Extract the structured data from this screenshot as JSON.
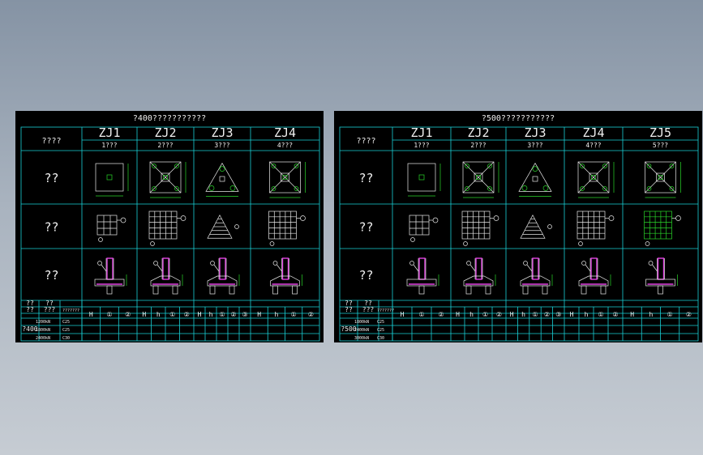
{
  "left": {
    "title": "?400???????????",
    "col_header": "????",
    "columns": [
      {
        "code": "ZJ1",
        "sub": "1???"
      },
      {
        "code": "ZJ2",
        "sub": "2???"
      },
      {
        "code": "ZJ3",
        "sub": "3???"
      },
      {
        "code": "ZJ4",
        "sub": "4???"
      }
    ],
    "row_labels": [
      "??",
      "??",
      "??"
    ],
    "bottom": {
      "h1": [
        "??",
        "??"
      ],
      "h2": [
        "??",
        "???"
      ],
      "h3": "???????",
      "groups": [
        [
          "H",
          "①",
          "②"
        ],
        [
          "H",
          "h",
          "①",
          "②"
        ],
        [
          "H",
          "h",
          "①",
          "②",
          "③"
        ],
        [
          "H",
          "h",
          "①",
          "②"
        ]
      ],
      "side_label": "?400",
      "rows": [
        [
          "1200kN",
          "C25"
        ],
        [
          "1800kN",
          "C25"
        ],
        [
          "2400kN",
          "C30"
        ]
      ]
    }
  },
  "right": {
    "title": "?500???????????",
    "col_header": "????",
    "columns": [
      {
        "code": "ZJ1",
        "sub": "1???"
      },
      {
        "code": "ZJ2",
        "sub": "2???"
      },
      {
        "code": "ZJ3",
        "sub": "3???"
      },
      {
        "code": "ZJ4",
        "sub": "4???"
      },
      {
        "code": "ZJ5",
        "sub": "5???"
      }
    ],
    "row_labels": [
      "??",
      "??",
      "??"
    ],
    "bottom": {
      "h1": [
        "??",
        "??"
      ],
      "h2": [
        "??",
        "???"
      ],
      "h3": "???????",
      "groups": [
        [
          "H",
          "①",
          "②"
        ],
        [
          "H",
          "h",
          "①",
          "②"
        ],
        [
          "H",
          "h",
          "①",
          "②",
          "③"
        ],
        [
          "H",
          "h",
          "①",
          "②"
        ],
        [
          "H",
          "h",
          "①",
          "②"
        ]
      ],
      "side_label": "?500",
      "rows": [
        [
          "1800kN",
          "C25"
        ],
        [
          "2400kN",
          "C25"
        ],
        [
          "3000kN",
          "C30"
        ]
      ]
    }
  }
}
